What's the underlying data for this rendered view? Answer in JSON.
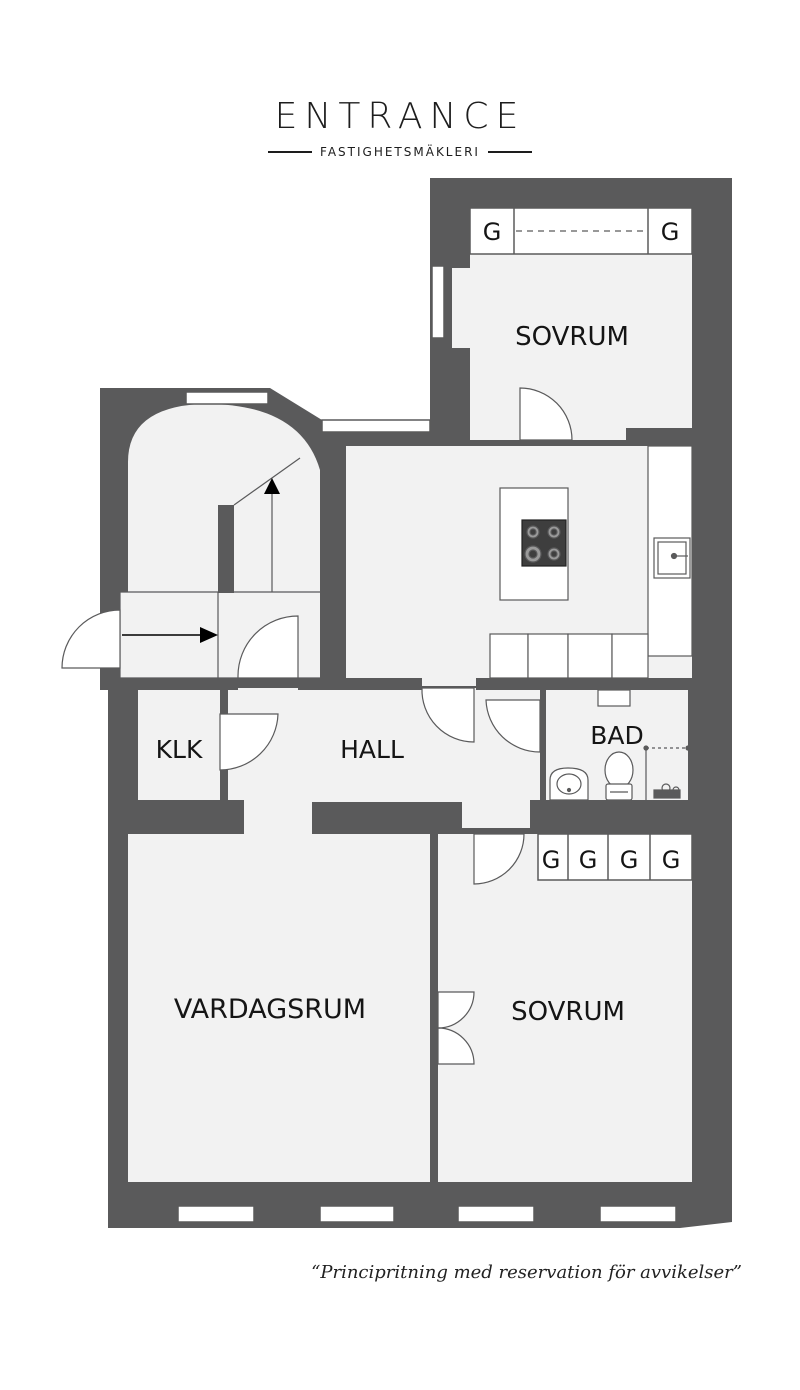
{
  "brand": {
    "name": "ENTRANCE",
    "tagline": "FASTIGHETSMÄKLERI"
  },
  "rooms": {
    "sovrum_top": "SOVRUM",
    "klk": "KLK",
    "hall": "HALL",
    "bad": "BAD",
    "vardagsrum": "VARDAGSRUM",
    "sovrum_bottom": "SOVRUM"
  },
  "wardrobes": {
    "top": [
      "G",
      "G"
    ],
    "bottom": [
      "G",
      "G",
      "G",
      "G"
    ]
  },
  "disclaimer": "“Principritning med reservation för avvikelser”",
  "colors": {
    "wall": "#5a5a5b",
    "floor": "#f2f2f2",
    "ink": "#151515"
  },
  "icons": [
    "stairs-arrow-icon",
    "entry-arrow-icon",
    "down-arrow-icon",
    "cooktop-icon",
    "sink-icon",
    "toilet-icon",
    "washbasin-icon",
    "shower-icon"
  ]
}
